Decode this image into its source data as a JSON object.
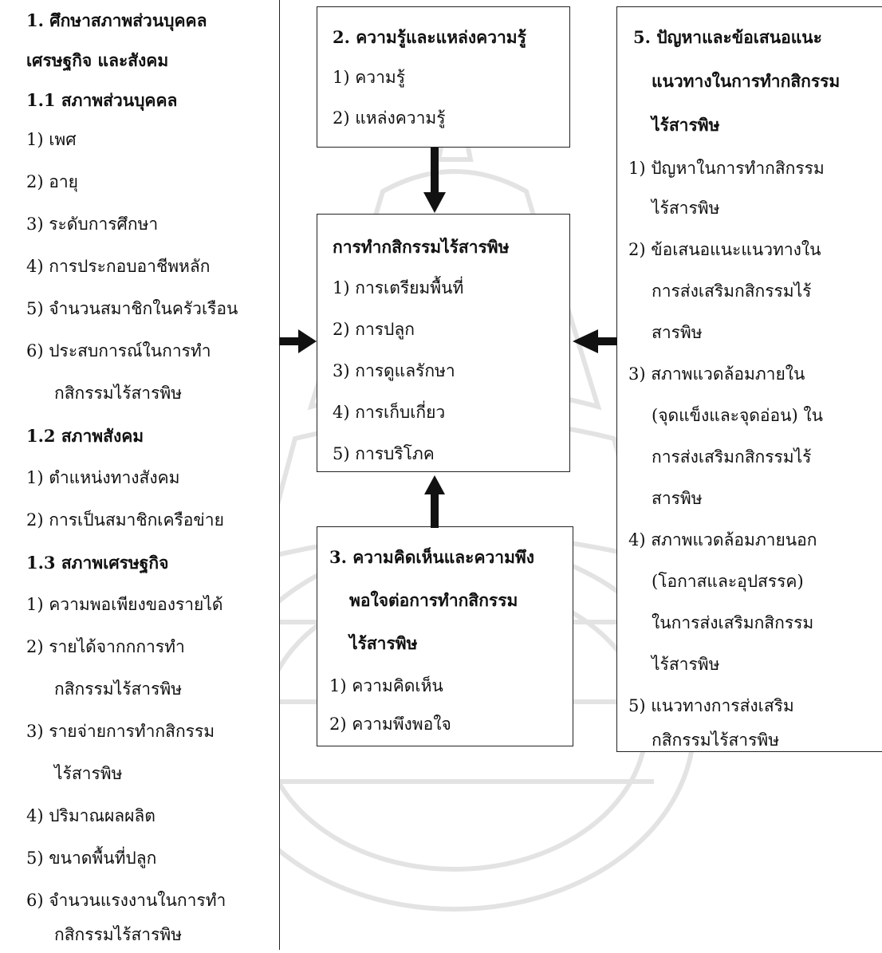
{
  "box1": {
    "title_a": "1. ศึกษาสภาพส่วนบุคคล",
    "title_b": "เศรษฐกิจ และสังคม",
    "s11": "1.1 สภาพส่วนบุคคล",
    "s11_items": [
      "1) เพศ",
      "2) อายุ",
      "3) ระดับการศึกษา",
      "4) การประกอบอาชีพหลัก",
      "5) จำนวนสมาชิกในครัวเรือน",
      "6)  ประสบการณ์ในการทำ",
      "กสิกรรมไร้สารพิษ"
    ],
    "s12": "1.2  สภาพสังคม",
    "s12_items": [
      "1) ตำแหน่งทางสังคม",
      "2) การเป็นสมาชิกเครือข่าย"
    ],
    "s13": "1.3 สภาพเศรษฐกิจ",
    "s13_items": [
      "1) ความพอเพียงของรายได้",
      "2) รายได้จากกการทำ",
      "กสิกรรมไร้สารพิษ",
      "3) รายจ่ายการทำกสิกรรม",
      "ไร้สารพิษ",
      "4) ปริมาณผลผลิต",
      "5) ขนาดพื้นที่ปลูก",
      "6) จำนวนแรงงานในการทำ",
      "กสิกรรมไร้สารพิษ"
    ]
  },
  "box2": {
    "title": "2. ความรู้และแหล่งความรู้",
    "items": [
      "1) ความรู้",
      "2) แหล่งความรู้"
    ]
  },
  "center": {
    "title": "การทำกสิกรรมไร้สารพิษ",
    "items": [
      "1) การเตรียมพื้นที่",
      "2) การปลูก",
      "3) การดูแลรักษา",
      "4) การเก็บเกี่ยว",
      "5) การบริโภค"
    ]
  },
  "box3": {
    "title_a": "3. ความคิดเห็นและความพึง",
    "title_b": "พอใจต่อการทำกสิกรรม",
    "title_c": "ไร้สารพิษ",
    "items": [
      "1) ความคิดเห็น",
      "2) ความพึงพอใจ"
    ]
  },
  "box5": {
    "title_a": "5. ปัญหาและข้อเสนอแนะ",
    "title_b": "แนวทางในการทำกสิกรรม",
    "title_c": "ไร้สารพิษ",
    "items": [
      "1)  ปัญหาในการทำกสิกรรม",
      "ไร้สารพิษ",
      "2)  ข้อเสนอแนะแนวทางใน",
      "การส่งเสริมกสิกรรมไร้",
      "สารพิษ",
      "3)  สภาพแวดล้อมภายใน",
      "(จุดแข็งและจุดอ่อน) ใน",
      "การส่งเสริมกสิกรรมไร้",
      "สารพิษ",
      "4)  สภาพแวดล้อมภายนอก",
      "(โอกาสและอุปสรรค)",
      "ในการส่งเสริมกสิกรรม",
      "ไร้สารพิษ",
      "5)  แนวทางการส่งเสริม",
      "กสิกรรมไร้สารพิษ"
    ]
  }
}
